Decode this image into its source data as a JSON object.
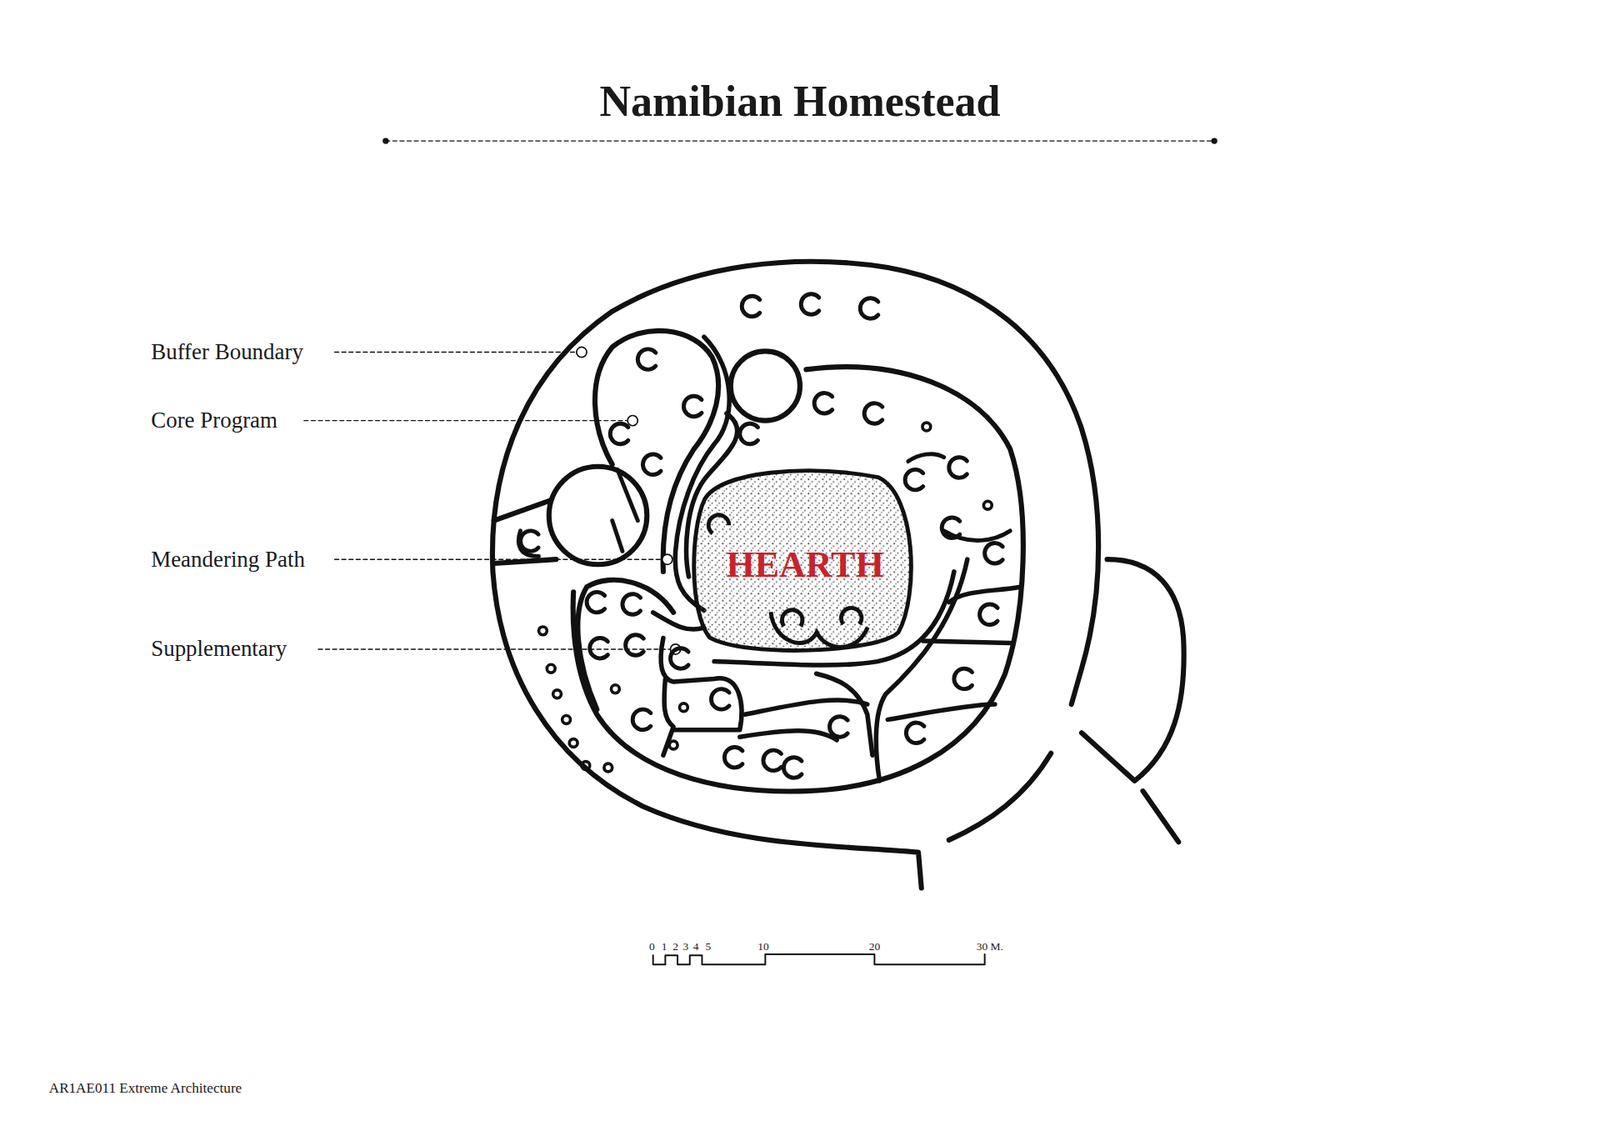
{
  "diagram": {
    "title": "Namibian Homestead",
    "nodes": [
      {
        "text": [
          "HEARTH"
        ]
      }
    ],
    "labels": [
      "Buffer Boundary",
      "Core Program",
      "Meandering Path",
      "Supplementary",
      "0",
      "1",
      "2",
      "3",
      "4",
      "5",
      "10",
      "20",
      "30 M.",
      "AR1AE011 Extreme Architecture"
    ]
  }
}
